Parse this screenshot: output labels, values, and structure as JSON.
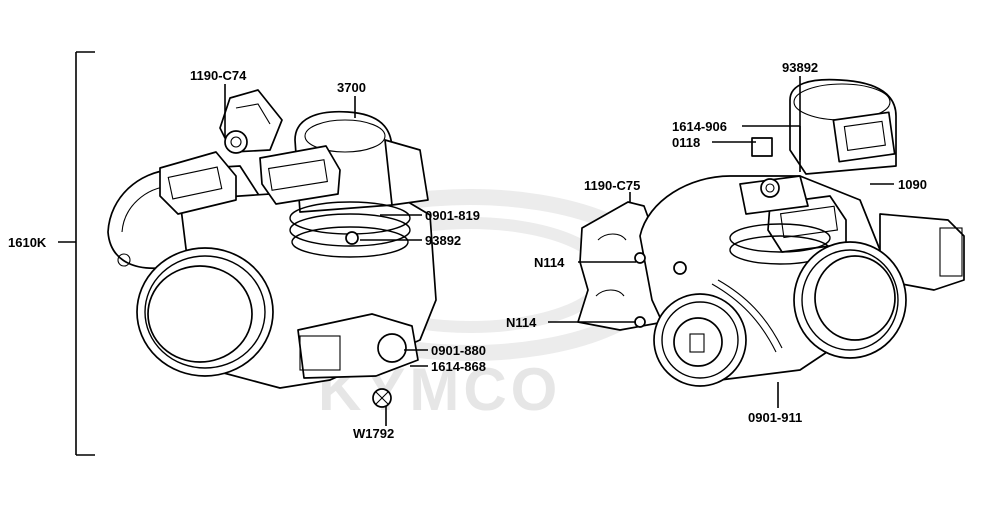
{
  "watermark": {
    "brand_text": "KYMCO"
  },
  "parts": {
    "p1610K": "1610K",
    "p1190C74": "1190-C74",
    "p3700": "3700",
    "p0901_819": "0901-819",
    "p93892_left": "93892",
    "p0901_880": "0901-880",
    "p1614_868": "1614-868",
    "pW1792": "W1792",
    "p93892_right": "93892",
    "p1614_906": "1614-906",
    "p0118": "0118",
    "p1190C75": "1190-C75",
    "p1090": "1090",
    "pN114_upper": "N114",
    "pN114_lower": "N114",
    "p0901_911": "0901-911"
  },
  "colors": {
    "line": "#000000",
    "watermark": "#e6e6e6",
    "background": "#ffffff"
  }
}
